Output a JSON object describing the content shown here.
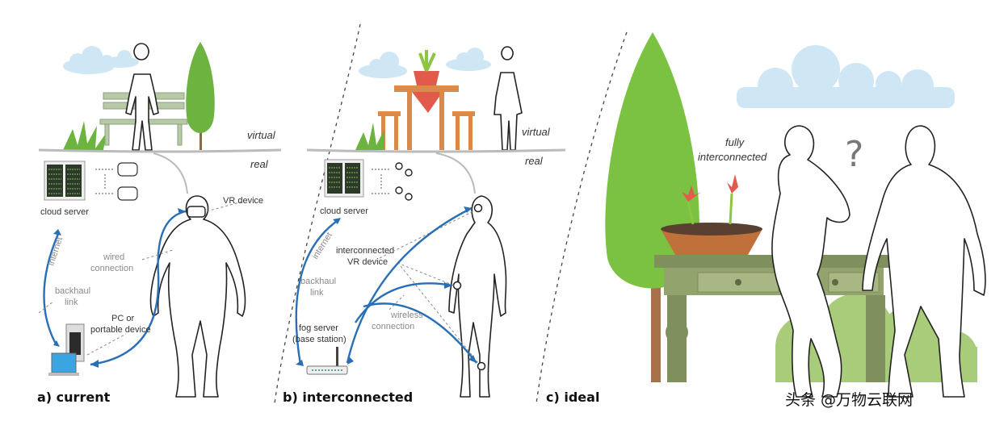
{
  "panels": {
    "a": {
      "title": "a) current",
      "virtual": "virtual",
      "real": "real",
      "cloud_server": "cloud server",
      "vr_device": "VR device",
      "internet": "internet",
      "wired_line1": "wired",
      "wired_line2": "connection",
      "backhaul_line1": "backhaul",
      "backhaul_line2": "link",
      "pc_line1": "PC or",
      "pc_line2": "portable device"
    },
    "b": {
      "title": "b) interconnected",
      "virtual": "virtual",
      "real": "real",
      "cloud_server": "cloud server",
      "internet": "internet",
      "ivr_line1": "interconnected",
      "ivr_line2": "VR device",
      "backhaul_line1": "backhaul",
      "backhaul_line2": "link",
      "wireless_line1": "wireless",
      "wireless_line2": "connection",
      "fog_line1": "fog server",
      "fog_line2": "(base station)"
    },
    "c": {
      "title": "c) ideal",
      "fully_line1": "fully",
      "fully_line2": "interconnected",
      "question": "?"
    }
  },
  "watermark": "头条 @万物云联网",
  "colors": {
    "link_blue": "#2a6fb5",
    "tree_green": "#7cc242",
    "cloud_blue": "#cfe6f4",
    "table_olive": "#7f8f5e",
    "pot_brown": "#c0703a"
  }
}
